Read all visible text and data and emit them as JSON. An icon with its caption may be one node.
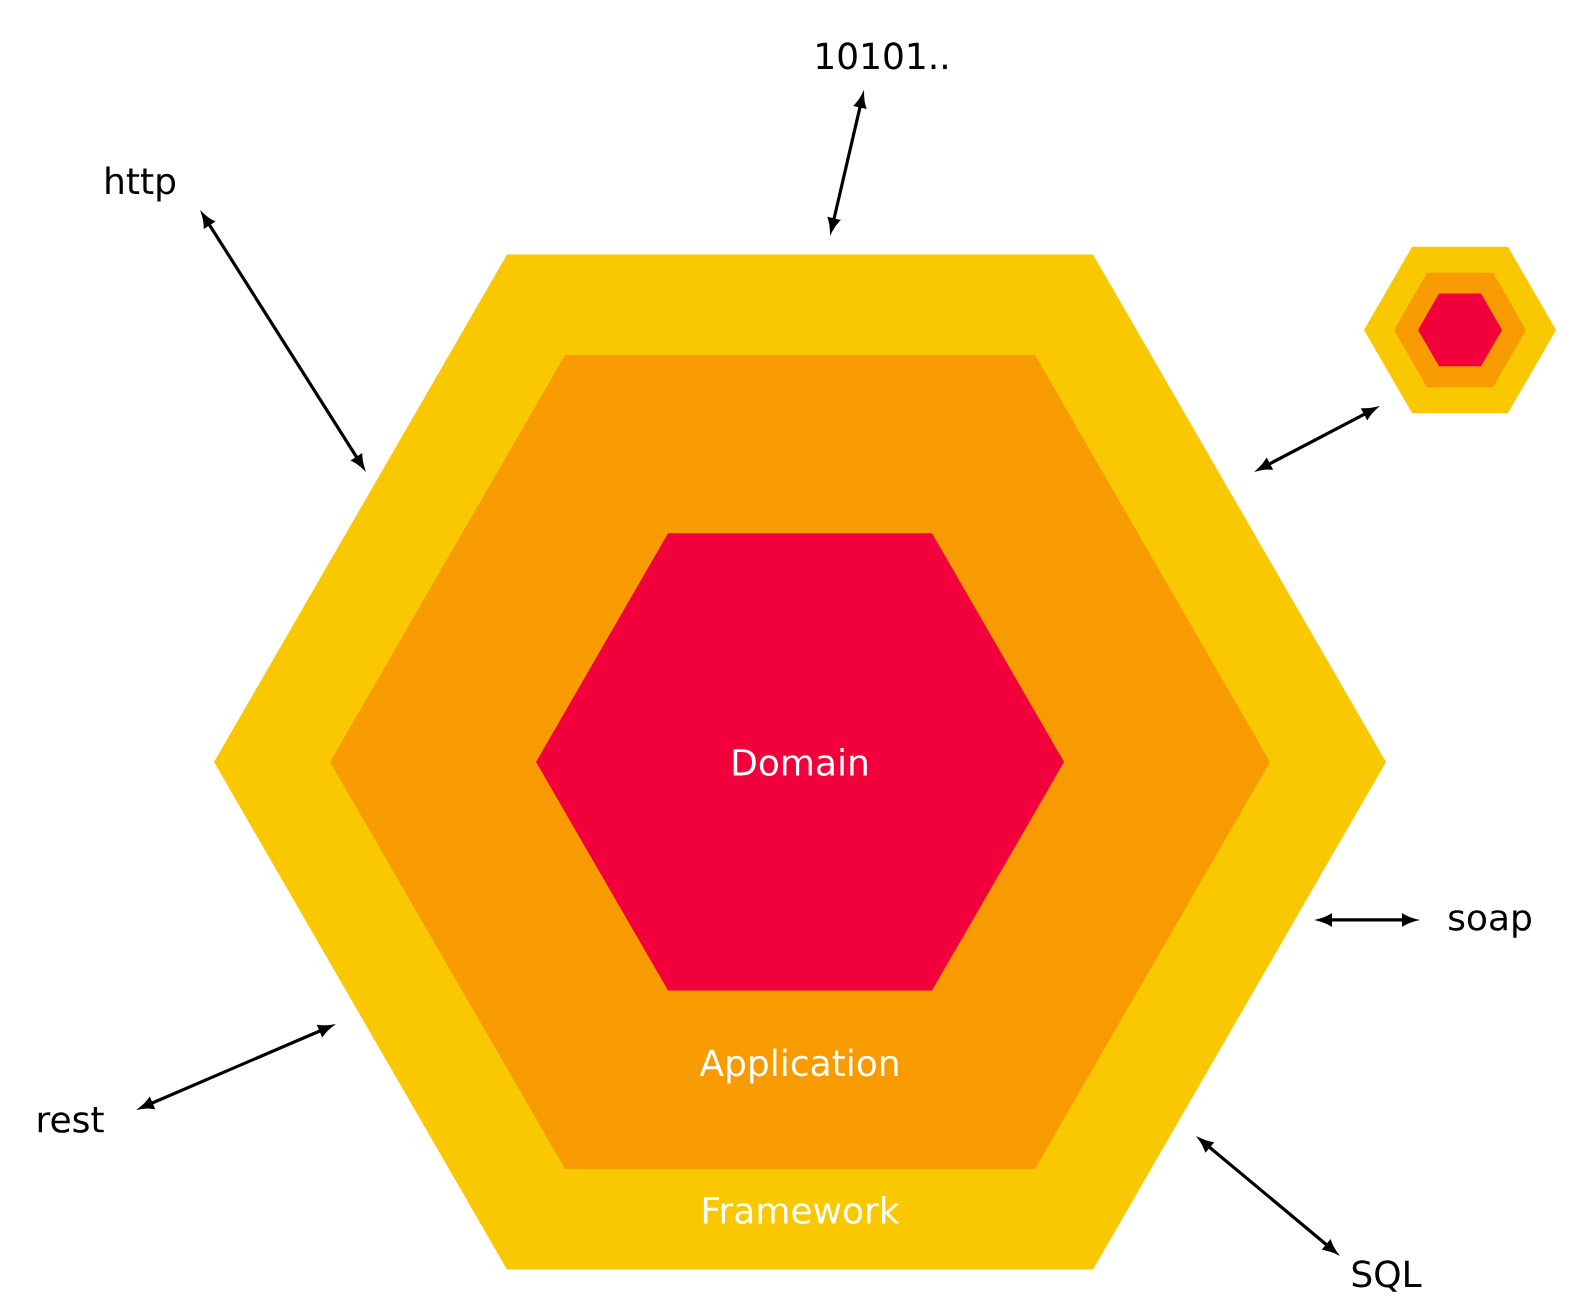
{
  "diagram": {
    "nodes": [
      {
        "text": [
          "Framework"
        ]
      },
      {
        "text": [
          "Application"
        ],
        "in": 0
      },
      {
        "text": [
          "Domain"
        ],
        "in": 1
      },
      {
        "text": [
          "http"
        ]
      },
      {
        "text": [
          "10101.."
        ]
      },
      {
        "text": [],
        "shape": "hexagon"
      },
      {
        "text": [],
        "shape": "hexagon",
        "in": 5
      },
      {
        "text": [],
        "shape": "hexagon",
        "in": 6
      },
      {
        "text": [
          "soap"
        ]
      },
      {
        "text": [
          "rest"
        ]
      },
      {
        "text": [
          "SQL"
        ]
      }
    ],
    "edges": [
      {
        "from": 3,
        "to": 0,
        "arrow": "both"
      },
      {
        "from": 4,
        "to": 0,
        "arrow": "both"
      },
      {
        "from": 5,
        "to": 0,
        "arrow": "both"
      },
      {
        "from": 8,
        "to": 0,
        "arrow": "both"
      },
      {
        "from": 9,
        "to": 0,
        "arrow": "both"
      },
      {
        "from": 10,
        "to": 0,
        "arrow": "both"
      }
    ]
  }
}
